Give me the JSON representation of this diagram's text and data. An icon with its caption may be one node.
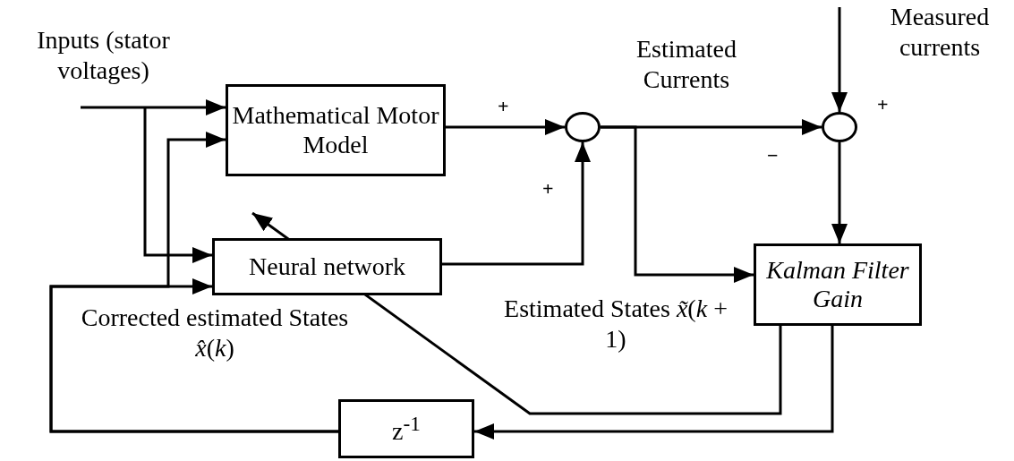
{
  "diagram": {
    "nodes": [
      {
        "text": [
          "Mathematical Motor Model"
        ]
      },
      {
        "text": [],
        "shape": "circle"
      },
      {
        "text": [],
        "shape": "circle"
      },
      {
        "text": [
          "Neural network"
        ]
      },
      {
        "text": [
          "Kalman Filter Gain"
        ]
      },
      {
        "text": [
          "z$^{-1}$"
        ]
      }
    ],
    "edges": [
      {
        "from": null,
        "to": 0,
        "arrow": "to"
      },
      {
        "from": null,
        "to": 3,
        "arrow": "to"
      },
      {
        "from": 0,
        "to": 1,
        "arrow": "to",
        "label": "+"
      },
      {
        "from": 3,
        "to": 1,
        "arrow": "to",
        "label": "+"
      },
      {
        "from": 1,
        "to": 2,
        "arrow": "to",
        "label": "−"
      },
      {
        "from": null,
        "to": 2,
        "arrow": "to",
        "label": "+"
      },
      {
        "from": 1,
        "to": 4,
        "arrow": "to"
      },
      {
        "from": 2,
        "to": 4,
        "arrow": "to"
      },
      {
        "from": 4,
        "to": 5,
        "arrow": "to"
      },
      {
        "from": 4,
        "to": 3,
        "arrow": "to"
      },
      {
        "from": 5,
        "to": 3,
        "arrow": "to"
      },
      {
        "from": 5,
        "to": 0,
        "arrow": "to"
      }
    ],
    "labels": [
      "Inputs (stator voltages)",
      "Estimated Currents",
      "Measured currents",
      "Corrected estimated States *x̂*(*k*)",
      "Estimated States *x̃*(*k* + 1)"
    ]
  }
}
